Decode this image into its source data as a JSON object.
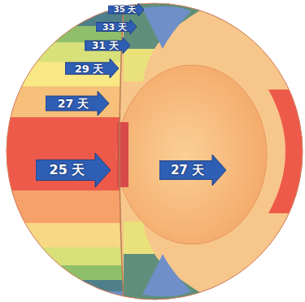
{
  "diagram": {
    "nodes": [
      {
        "text": [
          "35 天"
        ]
      },
      {
        "text": [
          "33 天"
        ]
      },
      {
        "text": [
          "31 天"
        ]
      },
      {
        "text": [
          "29 天"
        ]
      },
      {
        "text": [
          "27 天"
        ]
      },
      {
        "text": [
          "25 天"
        ]
      },
      {
        "text": [
          "27 天"
        ]
      }
    ]
  }
}
